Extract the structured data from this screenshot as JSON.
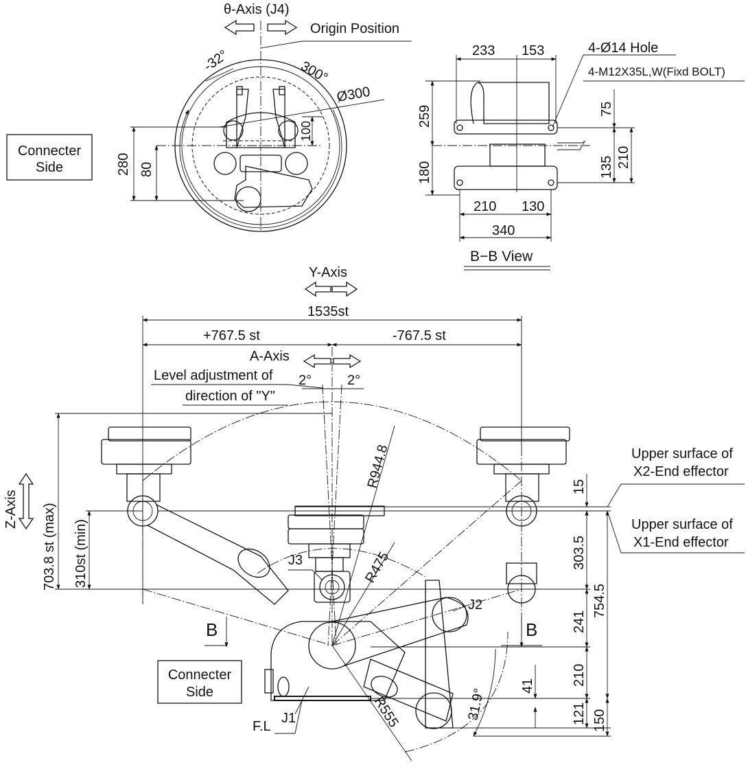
{
  "top_view": {
    "theta_axis": "θ-Axis (J4)",
    "origin_position": "Origin Position",
    "angle_neg": "-32°",
    "angle_range": "300°",
    "diameter": "Ø300",
    "dim_100": "100",
    "dim_280": "280",
    "dim_80": "80",
    "connecter_side": [
      "Connecter",
      "Side"
    ]
  },
  "bb_view": {
    "title": "B−B View",
    "hole": "4-Ø14 Hole",
    "bolt": "4-M12X35L,W(Fixd BOLT)",
    "dim_233": "233",
    "dim_153": "153",
    "dim_259": "259",
    "dim_180": "180",
    "dim_75": "75",
    "dim_135": "135",
    "dim_210_v": "210",
    "dim_210_h": "210",
    "dim_130": "130",
    "dim_340": "340"
  },
  "main_view": {
    "y_axis": "Y-Axis",
    "stroke_total": "1535st",
    "stroke_pos": "+767.5 st",
    "stroke_neg": "-767.5 st",
    "a_axis": "A-Axis",
    "level_adj_1": "Level adjustment of",
    "level_adj_2": "direction of \"Y\"",
    "angle_2_left": "2°",
    "angle_2_right": "2°",
    "z_axis": "Z-Axis",
    "z_max": "703.8 st (max)",
    "z_min": "310st (min)",
    "r944": "R944.8",
    "r475": "R475",
    "r555": "R555",
    "angle_31": "31.9°",
    "j1": "J1",
    "j2": "J2",
    "j3": "J3",
    "fl": "F.L",
    "b_left": "B",
    "b_right": "B",
    "x2_label_1": "Upper surface of",
    "x2_label_2": "X2-End effector",
    "x1_label_1": "Upper surface of",
    "x1_label_2": "X1-End effector",
    "dim_15": "15",
    "dim_303_5": "303.5",
    "dim_241": "241",
    "dim_754_5": "754.5",
    "dim_210": "210",
    "dim_41": "41",
    "dim_121": "121",
    "dim_150": "150",
    "connecter_side": [
      "Connecter",
      "Side"
    ]
  }
}
